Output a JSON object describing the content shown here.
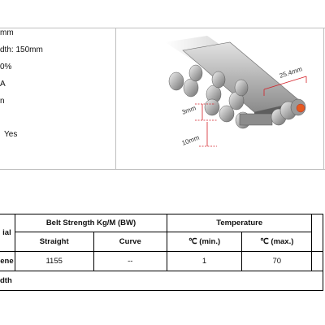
{
  "specs": [
    {
      "text": "mm"
    },
    {
      "text": "dth:  150mm"
    },
    {
      "text": "0%"
    },
    {
      "text": "A"
    },
    {
      "text": "n"
    },
    {
      "text": "Yes"
    }
  ],
  "diagram": {
    "pitch_label": "25.4mm",
    "height_label": "3mm",
    "depth_label": "10mm"
  },
  "table": {
    "material_header": "ial",
    "strength_header": "Belt Strength Kg/M (BW)",
    "temperature_header": "Temperature",
    "straight_header": "Straight",
    "curve_header": "Curve",
    "tmin_header": "℃ (min.)",
    "tmax_header": "℃ (max.)",
    "rows": [
      {
        "material": "ene",
        "straight": "1155",
        "curve": "--",
        "tmin": "1",
        "tmax": "70"
      }
    ],
    "footer": "dth"
  },
  "colors": {
    "dimension": "#d42027",
    "border": "#bfbfbf"
  }
}
